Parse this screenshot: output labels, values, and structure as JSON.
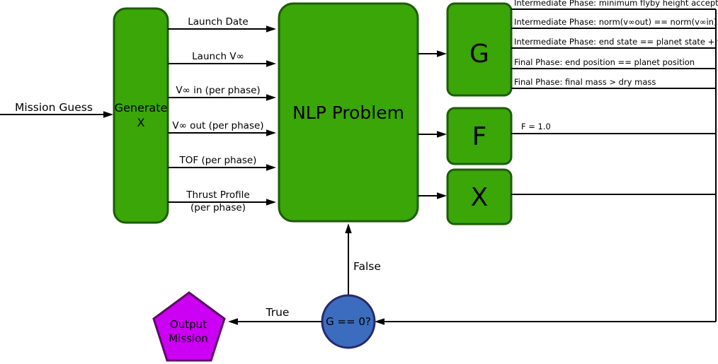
{
  "diagram": {
    "mission_guess_label": "Mission Guess",
    "generator": {
      "line1": "Generate",
      "line2": "X"
    },
    "inputs": [
      "Launch Date",
      "Launch V∞",
      "V∞ in (per phase)",
      "V∞ out (per phase)",
      "TOF (per phase)",
      "Thrust Profile"
    ],
    "thrust_profile_line2": "(per phase)",
    "nlp_label": "NLP Problem",
    "outputs": {
      "g_label": "G",
      "f_label": "F",
      "x_label": "X"
    },
    "constraints": [
      "Intermediate Phase: minimum flyby height acceptable",
      "Intermediate Phase: norm(v∞out) == norm(v∞in)",
      "Intermediate Phase: end state == planet state + v∞",
      "Final Phase: end position == planet position",
      "Final Phase: final mass > dry mass"
    ],
    "f_value_label": "F = 1.0",
    "decision_label": "G == 0?",
    "branch_false_label": "False",
    "branch_true_label": "True",
    "terminal": {
      "line1": "Output",
      "line2": "Mission"
    },
    "colors": {
      "process_fill": "#3aa608",
      "process_border": "#1e5c06",
      "decision_fill": "#3c6cbe",
      "decision_border": "#28286e",
      "terminal_fill": "#cc00f2",
      "terminal_border": "#5c0d66",
      "edge": "#000000"
    }
  }
}
